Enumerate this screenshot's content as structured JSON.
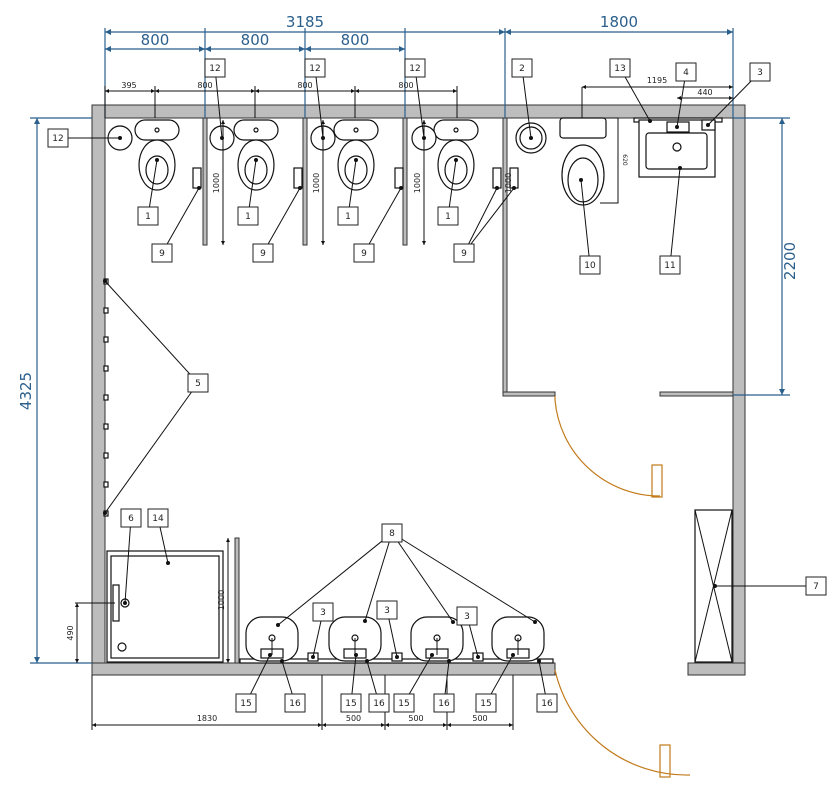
{
  "title": "Restroom floor plan",
  "colors": {
    "dimension": "#2b5f8c",
    "wall": "#bdbdbd",
    "door": "#c27a1a"
  },
  "dimensions": {
    "overall_width_left": "3185",
    "overall_width_right": "1800",
    "stall_width": [
      "800",
      "800",
      "800"
    ],
    "toilet_offset": "395",
    "toilet_spacing": [
      "800",
      "800",
      "800"
    ],
    "partition_depth": [
      "1000",
      "1000",
      "1000",
      "1000"
    ],
    "shower_screen": "1000",
    "sink_offset": "1195",
    "tap_offset": "440",
    "toilet_depth": "620",
    "room_depth_right": "2200",
    "overall_depth": "4325",
    "shower_valve_height": "490",
    "washbasin_offset": "1830",
    "washbasin_spacing": [
      "500",
      "500",
      "500"
    ]
  },
  "callouts": {
    "top_12": [
      "12",
      "12",
      "12",
      "12"
    ],
    "top_2": "2",
    "top_13": "13",
    "top_4": "4",
    "top_3": "3",
    "toilets_1": [
      "1",
      "1",
      "1",
      "1"
    ],
    "holders_9": [
      "9",
      "9",
      "9",
      "9"
    ],
    "toilet_10": "10",
    "sink_11": "11",
    "wall_5": "5",
    "shower_6": "6",
    "shower_14": "14",
    "basins_8": "8",
    "bottom_3": [
      "3",
      "3",
      "3"
    ],
    "heater_7": "7",
    "taps_15": [
      "15",
      "15",
      "15",
      "15"
    ],
    "basin_16": [
      "16",
      "16",
      "16",
      "16"
    ]
  }
}
